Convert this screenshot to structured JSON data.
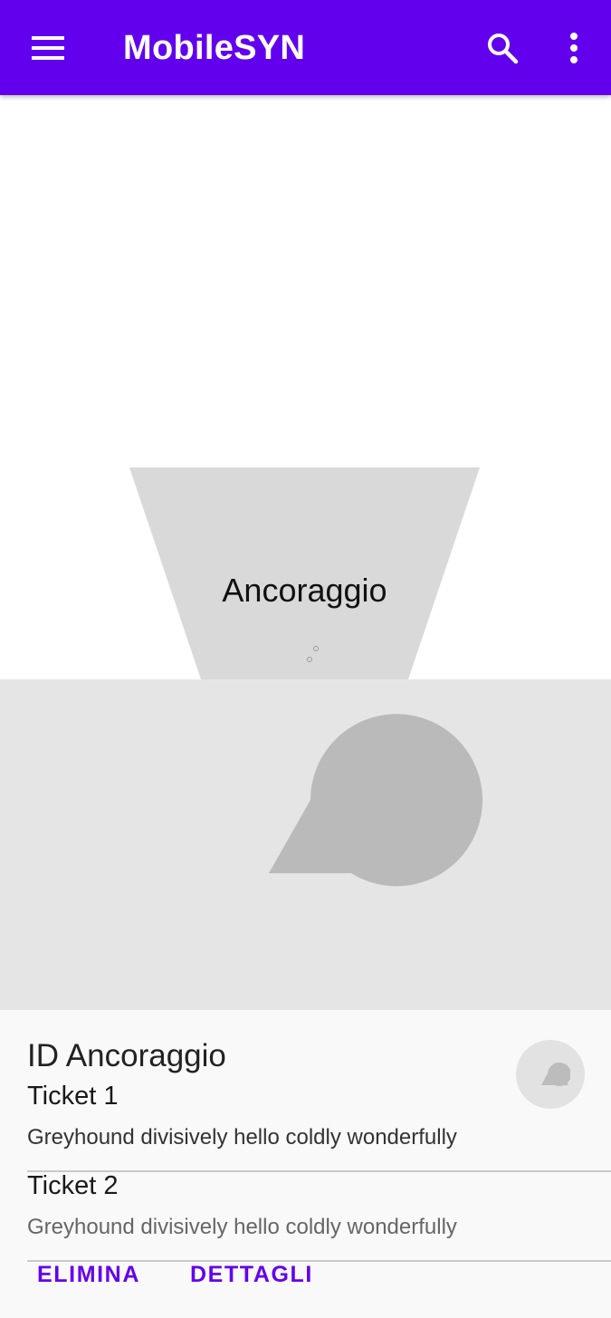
{
  "appbar": {
    "title": "MobileSYN",
    "menu_icon": "menu-icon",
    "search_icon": "search-icon",
    "more_icon": "more-vert-icon",
    "background": "#6200ee"
  },
  "diagram": {
    "label": "Ancoraggio",
    "fill": "#d9d9d9"
  },
  "media": {
    "icon": "image-placeholder-icon",
    "background": "#e5e5e5"
  },
  "card": {
    "title": "ID Ancoraggio",
    "tickets": [
      {
        "title": "Ticket 1",
        "description": "Greyhound divisively hello coldly wonderfully"
      },
      {
        "title": "Ticket 2",
        "description": "Greyhound divisively hello coldly wonderfully"
      }
    ],
    "actions": {
      "delete_label": "ELIMINA",
      "details_label": "DETTAGLI"
    },
    "accent": "#6200ee"
  }
}
